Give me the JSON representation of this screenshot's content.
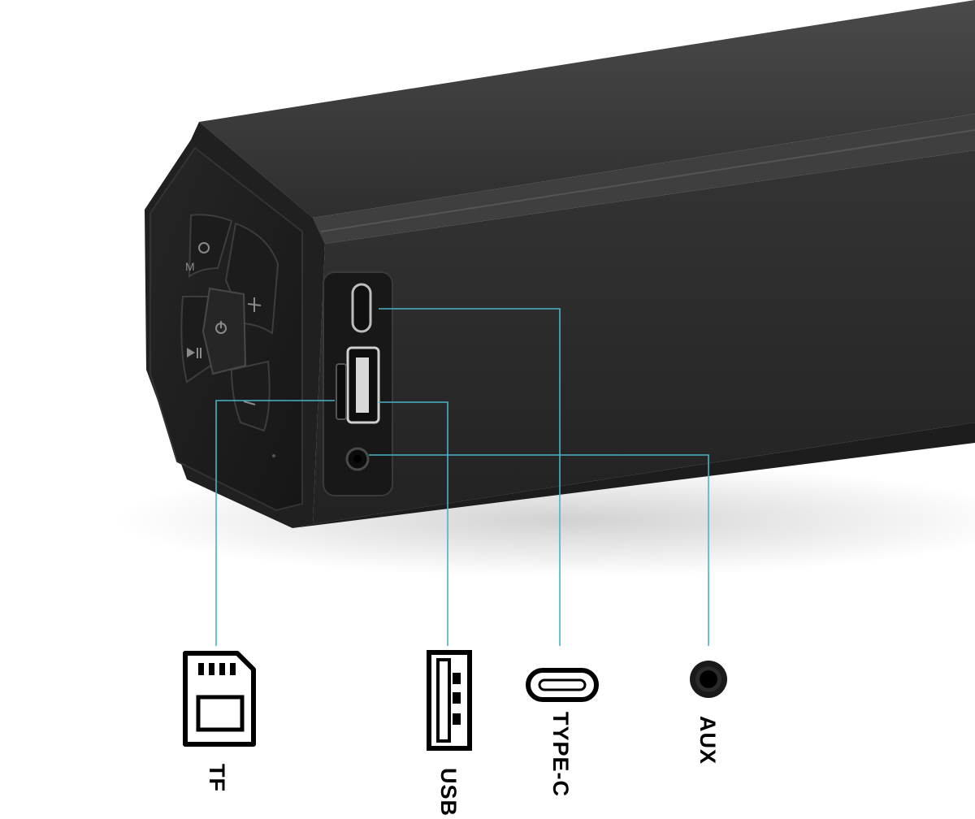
{
  "ports": [
    {
      "id": "tf",
      "label": "TF",
      "icon": "sd-card-icon"
    },
    {
      "id": "usb",
      "label": "USB",
      "icon": "usb-port-icon"
    },
    {
      "id": "typec",
      "label": "TYPE-C",
      "icon": "usb-c-port-icon"
    },
    {
      "id": "aux",
      "label": "AUX",
      "icon": "aux-jack-icon"
    }
  ],
  "colors": {
    "callout_line": "#4bb2c5",
    "device_body": "#2b2b2b",
    "device_top": "#3a3a3a",
    "end_cap": "#1e1e1e",
    "background": "#ffffff"
  }
}
